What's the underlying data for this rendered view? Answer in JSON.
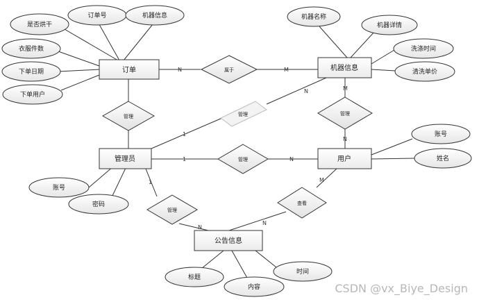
{
  "entities": {
    "order": "订单",
    "machine": "机器信息",
    "admin": "管理员",
    "user": "用户",
    "notice": "公告信息"
  },
  "attributes": {
    "order_dry": "是否烘干",
    "order_no": "订单号",
    "order_machine": "机器信息",
    "order_count": "衣服件数",
    "order_date": "下单日期",
    "order_user": "下单用户",
    "machine_name": "机器名称",
    "machine_detail": "机器详情",
    "machine_time": "洗涤时间",
    "machine_price": "清洗单价",
    "user_account": "账号",
    "user_name": "姓名",
    "admin_account": "账号",
    "admin_password": "密码",
    "notice_title": "标题",
    "notice_content": "内容",
    "notice_time": "时间"
  },
  "relations": {
    "order_machine": "属于",
    "admin_order": "管理",
    "admin_machine": "管理",
    "user_machine": "管理",
    "admin_user": "管理",
    "admin_notice": "管理",
    "user_notice": "查看"
  },
  "cardinalities": {
    "order_n": "N",
    "machine_m": "M",
    "admin_1a": "1",
    "machine_na": "N",
    "machine_mu": "M",
    "user_nm": "N",
    "admin_1u": "1",
    "user_nu": "N",
    "admin_1n": "1",
    "notice_na": "N",
    "notice_nu": "N",
    "user_mn": "M"
  },
  "watermark": "CSDN @vx_Biye_Design"
}
